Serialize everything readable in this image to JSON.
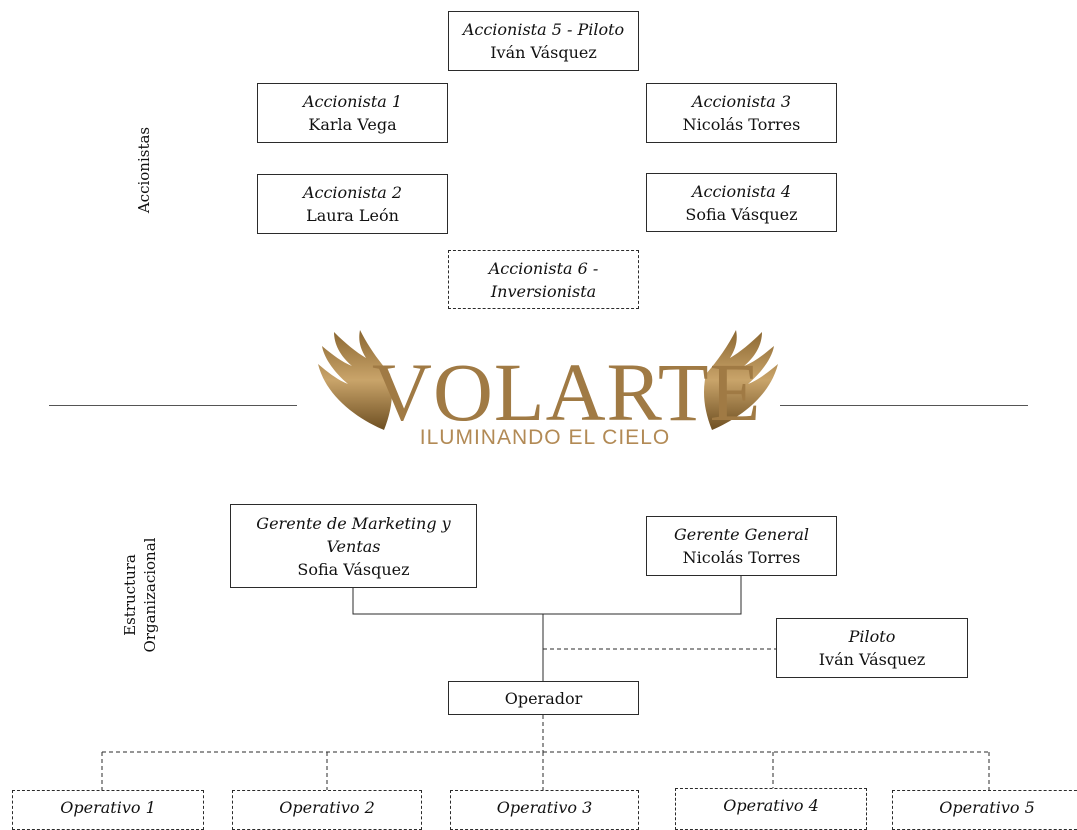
{
  "side_labels": {
    "shareholders": "Accionistas",
    "structure_line1": "Estructura",
    "structure_line2": "Organizacional"
  },
  "shareholders": {
    "s5": {
      "role": "Accionista 5 - Piloto",
      "name": "Iván Vásquez"
    },
    "s1": {
      "role": "Accionista 1",
      "name": "Karla Vega"
    },
    "s3": {
      "role": "Accionista 3",
      "name": "Nicolás Torres"
    },
    "s2": {
      "role": "Accionista 2",
      "name": "Laura León"
    },
    "s4": {
      "role": "Accionista 4",
      "name": "Sofia Vásquez"
    },
    "s6": {
      "role_line1": "Accionista 6 -",
      "role_line2": "Inversionista"
    }
  },
  "logo": {
    "wordmark": "VOLARTE",
    "tagline": "ILUMINANDO EL CIELO",
    "brand_color": "#a07a44",
    "icon": "wings-icon"
  },
  "org": {
    "marketing": {
      "role_line1": "Gerente de Marketing y",
      "role_line2": "Ventas",
      "name": "Sofia Vásquez"
    },
    "general": {
      "role": "Gerente General",
      "name": "Nicolás Torres"
    },
    "pilot": {
      "role": "Piloto",
      "name": "Iván Vásquez"
    },
    "operator": {
      "label": "Operador"
    },
    "operatives": [
      "Operativo 1",
      "Operativo 2",
      "Operativo 3",
      "Operativo 4",
      "Operativo 5"
    ]
  }
}
